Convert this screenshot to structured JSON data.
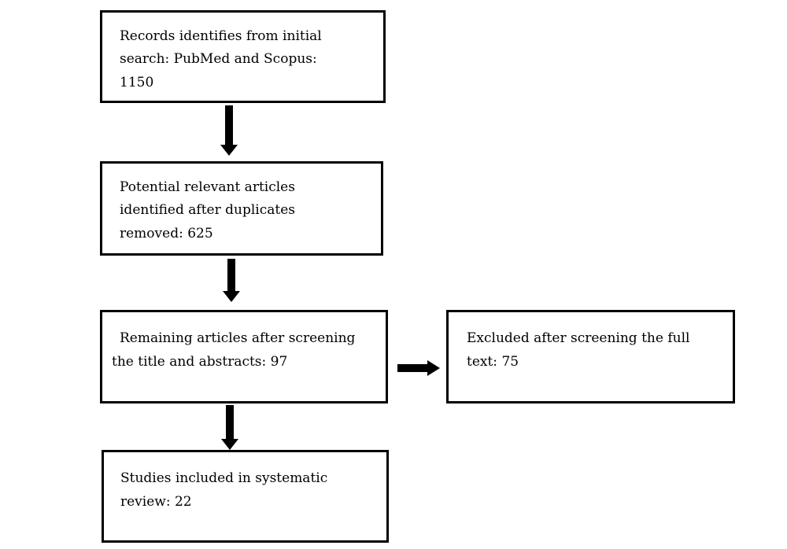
{
  "boxes": {
    "records": {
      "lines": [
        "Records identifies from initial",
        "search: PubMed and Scopus:",
        "1150"
      ]
    },
    "potential": {
      "lines": [
        "Potential relevant articles",
        "identified after duplicates",
        "removed: 625"
      ]
    },
    "remaining": {
      "lines": [
        "Remaining articles after screening",
        "the title and abstracts: 97"
      ]
    },
    "excluded": {
      "lines": [
        "Excluded after screening the full",
        "text: 75"
      ]
    },
    "included": {
      "lines": [
        "Studies included in systematic",
        "review: 22"
      ]
    }
  },
  "colors": {
    "stroke": "#000000",
    "background": "#ffffff"
  }
}
